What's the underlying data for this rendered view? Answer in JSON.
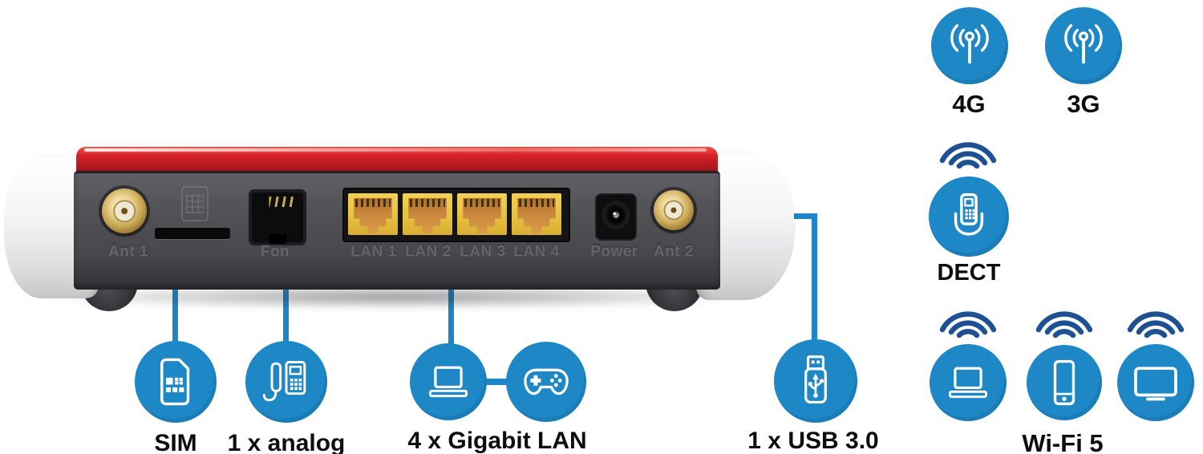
{
  "colors": {
    "accent_blue": "#1e87c6",
    "wave_navy": "#1d5191",
    "router_red": "#c01f24",
    "router_gray": "#4a4a4f",
    "lan_yellow": "#e6bf3e",
    "label_black": "#0d0d0d"
  },
  "router": {
    "ports": {
      "ant1_label": "Ant 1",
      "fon_label": "Fon",
      "lan_labels": [
        "LAN 1",
        "LAN 2",
        "LAN 3",
        "LAN 4"
      ],
      "power_label": "Power",
      "ant2_label": "Ant 2"
    }
  },
  "callouts": [
    {
      "id": "sim",
      "label": "SIM",
      "icon": "sim-card-icon"
    },
    {
      "id": "analog",
      "label": "1 x analog",
      "icon": "analog-phone-icon"
    },
    {
      "id": "lan",
      "label": "4 x Gigabit LAN",
      "icons": [
        "laptop-icon",
        "gamepad-icon"
      ]
    },
    {
      "id": "usb",
      "label": "1 x USB 3.0",
      "icon": "usb-stick-icon"
    }
  ],
  "features": [
    {
      "id": "4g",
      "label": "4G",
      "icon": "cellular-antenna-icon"
    },
    {
      "id": "3g",
      "label": "3G",
      "icon": "cellular-antenna-icon"
    },
    {
      "id": "dect",
      "label": "DECT",
      "icon": "cordless-phone-icon",
      "waves": true
    },
    {
      "id": "wifi",
      "label": "Wi-Fi 5",
      "icons": [
        "laptop-icon",
        "smartphone-icon",
        "tv-icon"
      ],
      "waves": true
    }
  ]
}
